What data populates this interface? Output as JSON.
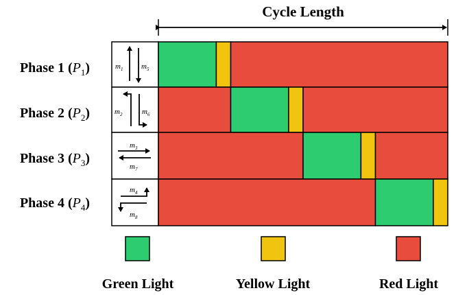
{
  "header": {
    "cycle_label": "Cycle Length"
  },
  "phases": [
    {
      "label": "Phase 1",
      "symbol": "P",
      "sub": "1",
      "movements": [
        {
          "m": "m",
          "sub": "1"
        },
        {
          "m": "m",
          "sub": "5"
        }
      ],
      "icon": "vertical-opposite-arrows-icon",
      "segments": [
        {
          "state": "green",
          "duration": 2
        },
        {
          "state": "yellow",
          "duration": 0.5
        },
        {
          "state": "red",
          "duration": 7.5
        }
      ]
    },
    {
      "label": "Phase 2",
      "symbol": "P",
      "sub": "2",
      "movements": [
        {
          "m": "m",
          "sub": "2"
        },
        {
          "m": "m",
          "sub": "6"
        }
      ],
      "icon": "left-turn-arrows-icon",
      "segments": [
        {
          "state": "red",
          "duration": 2.5
        },
        {
          "state": "green",
          "duration": 2
        },
        {
          "state": "yellow",
          "duration": 0.5
        },
        {
          "state": "red",
          "duration": 5
        }
      ]
    },
    {
      "label": "Phase 3",
      "symbol": "P",
      "sub": "3",
      "movements": [
        {
          "m": "m",
          "sub": "3"
        },
        {
          "m": "m",
          "sub": "7"
        }
      ],
      "icon": "horizontal-opposite-arrows-icon",
      "segments": [
        {
          "state": "red",
          "duration": 5
        },
        {
          "state": "green",
          "duration": 2
        },
        {
          "state": "yellow",
          "duration": 0.5
        },
        {
          "state": "red",
          "duration": 2.5
        }
      ]
    },
    {
      "label": "Phase 4",
      "symbol": "P",
      "sub": "4",
      "movements": [
        {
          "m": "m",
          "sub": "4"
        },
        {
          "m": "m",
          "sub": "8"
        }
      ],
      "icon": "horizontal-left-turn-arrows-icon",
      "segments": [
        {
          "state": "red",
          "duration": 7.5
        },
        {
          "state": "green",
          "duration": 2
        },
        {
          "state": "yellow",
          "duration": 0.5
        }
      ]
    }
  ],
  "legend": [
    {
      "state": "green",
      "label": "Green Light"
    },
    {
      "state": "yellow",
      "label": "Yellow Light"
    },
    {
      "state": "red",
      "label": "Red Light"
    }
  ],
  "colors": {
    "green": "#2ecc71",
    "yellow": "#f1c40f",
    "red": "#e74c3c",
    "border": "#000000"
  }
}
